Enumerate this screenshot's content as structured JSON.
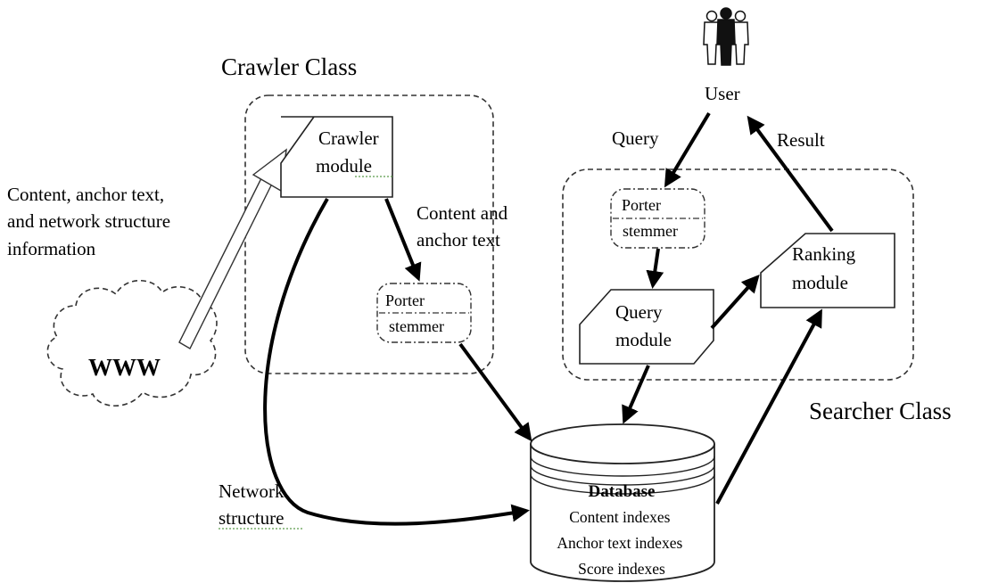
{
  "regions": {
    "crawler_class": "Crawler Class",
    "searcher_class": "Searcher Class"
  },
  "user": {
    "label": "User",
    "icon": "users-group-icon"
  },
  "www": {
    "label": "WWW",
    "input_label": [
      "Content, anchor text,",
      "and network structure",
      "information"
    ]
  },
  "crawler_module": [
    "Crawler",
    "module"
  ],
  "crawler_porter": [
    "Porter",
    "stemmer"
  ],
  "content_anchor_label": [
    "Content and",
    "anchor text"
  ],
  "network_structure_label": [
    "Network",
    "structure"
  ],
  "database": {
    "title": "Database",
    "lines": [
      "Content indexes",
      "Anchor text indexes",
      "Score indexes"
    ]
  },
  "query_label": "Query",
  "result_label": "Result",
  "searcher_porter": [
    "Porter",
    "stemmer"
  ],
  "query_module": [
    "Query",
    "module"
  ],
  "ranking_module": [
    "Ranking",
    "module"
  ]
}
